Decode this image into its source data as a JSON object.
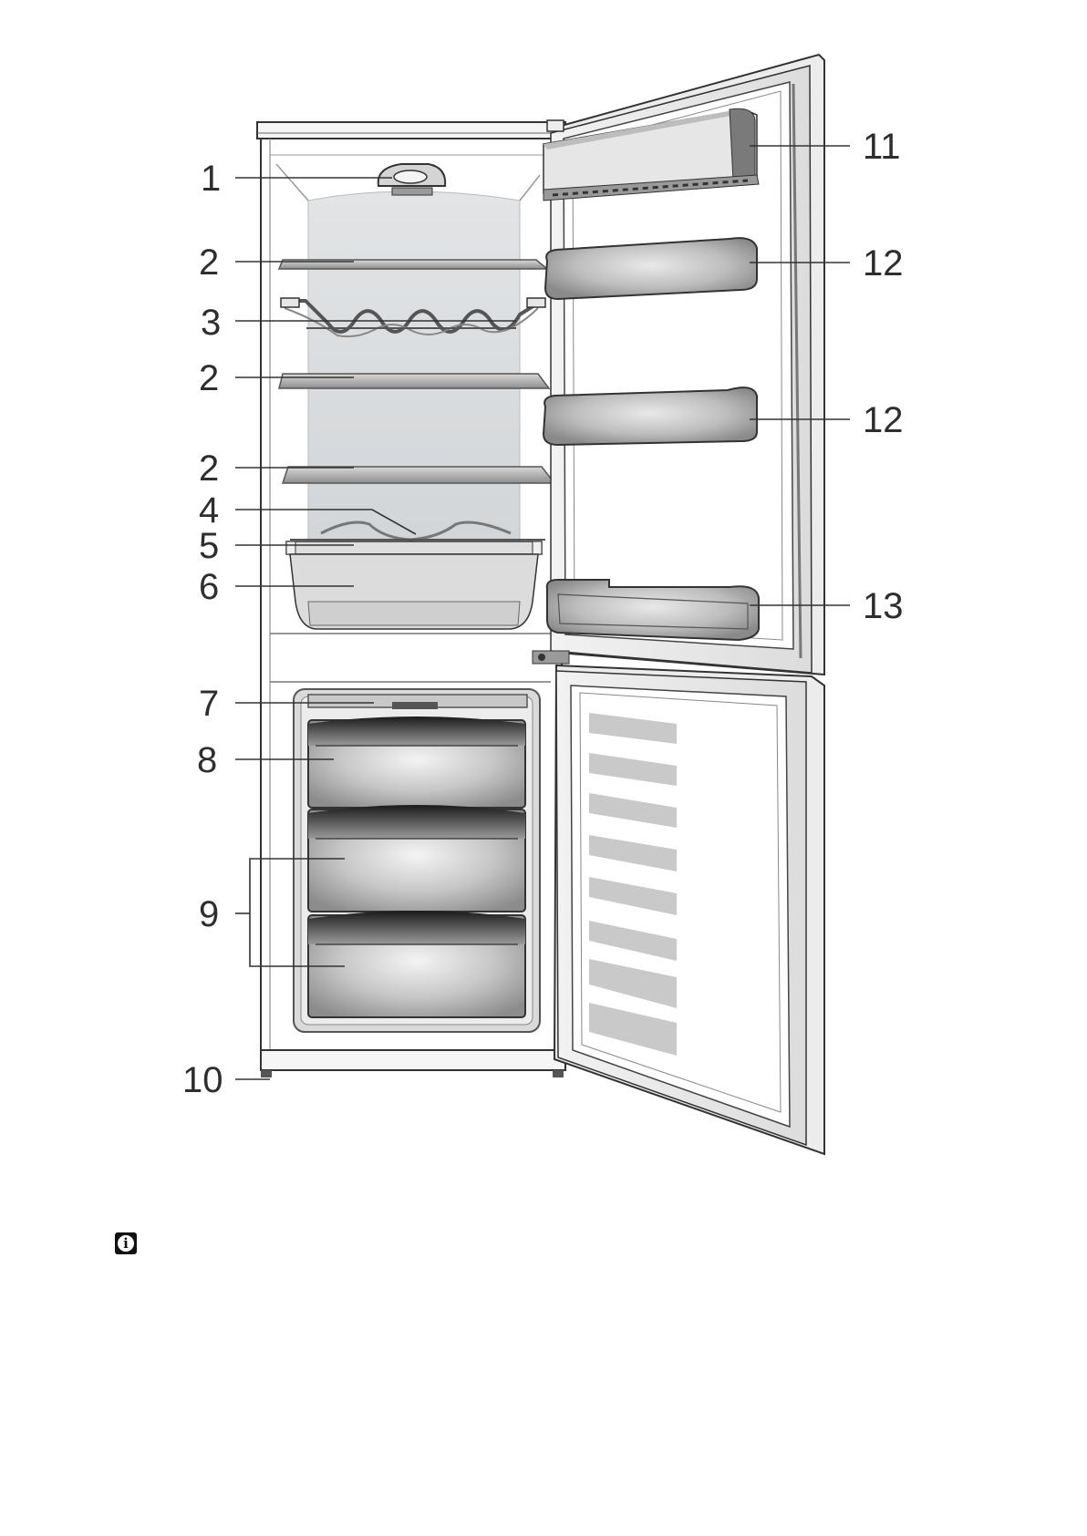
{
  "callouts": {
    "c1": "1",
    "c2a": "2",
    "c3": "3",
    "c2b": "2",
    "c2c": "2",
    "c4": "4",
    "c5": "5",
    "c6": "6",
    "c7": "7",
    "c8": "8",
    "c9": "9",
    "c10": "10",
    "c11": "11",
    "c12a": "12",
    "c12b": "12",
    "c13": "13"
  },
  "icons": {
    "note": "info-icon"
  }
}
